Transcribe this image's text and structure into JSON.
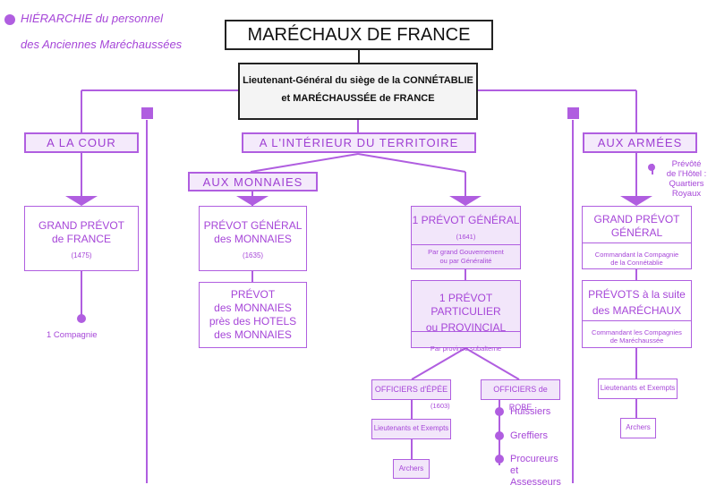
{
  "legend": {
    "line1": "HIÉRARCHIE du personnel",
    "line2": "des Anciennes Maréchaussées"
  },
  "title": "MARÉCHAUX DE FRANCE",
  "lieutenant": {
    "line1": "Lieutenant-Général du siège de la CONNÉTABLIE",
    "line2": "et MARÉCHAUSSÉE de FRANCE"
  },
  "sections": {
    "cour": "A LA COUR",
    "interieur": "A L'INTÉRIEUR DU TERRITOIRE",
    "armees": "AUX ARMÉES",
    "monnaies": "AUX MONNAIES"
  },
  "cour": {
    "box_line1": "GRAND PRÉVOT",
    "box_line2": "de FRANCE",
    "box_year": "(1475)",
    "compagnie": "1 Compagnie"
  },
  "monnaies": {
    "general_line1": "PRÉVOT GÉNÉRAL",
    "general_line2": "des MONNAIES",
    "general_year": "(1635)",
    "prevot_line1": "PRÉVOT",
    "prevot_line2": "des MONNAIES",
    "prevot_line3": "près des HOTELS",
    "prevot_line4": "des MONNAIES"
  },
  "territoire": {
    "general_line1": "1 PRÉVOT GÉNÉRAL",
    "general_year": "(1641)",
    "general_note1": "Par grand Gouvernement",
    "general_note2": "ou par Généralité",
    "particulier_line1": "1 PRÉVOT PARTICULIER",
    "particulier_line2": "ou PROVINCIAL",
    "particulier_note": "Par province subalterne",
    "epee": "OFFICIERS d'ÉPÉE",
    "epee_year": "(1603)",
    "robe": "OFFICIERS de ROBE",
    "lieutenants": "Lieutenants et Exempts",
    "archers": "Archers",
    "huissiers": "Huissiers",
    "greffiers": "Greffiers",
    "procureurs1": "Procureurs",
    "procureurs2": "et",
    "procureurs3": "Assesseurs"
  },
  "armees": {
    "prevote1": "Prévôté",
    "prevote2": "de l'Hôtel :",
    "prevote3": "Quartiers",
    "prevote4": "Royaux",
    "grand_line1": "GRAND PRÉVOT",
    "grand_line2": "GÉNÉRAL",
    "grand_note1": "Commandant la Compagnie",
    "grand_note2": "de la Connétablie",
    "suite_line1": "PRÉVOTS à la suite",
    "suite_line2": "des MARÉCHAUX",
    "suite_note1": "Commandant les Compagnies",
    "suite_note2": "de Maréchaussée",
    "lieutenants": "Lieutenants et Exempts",
    "archers": "Archers"
  },
  "colors": {
    "accent": "#b05ee0",
    "fill": "#f2e6fa",
    "title_border": "#222222"
  }
}
